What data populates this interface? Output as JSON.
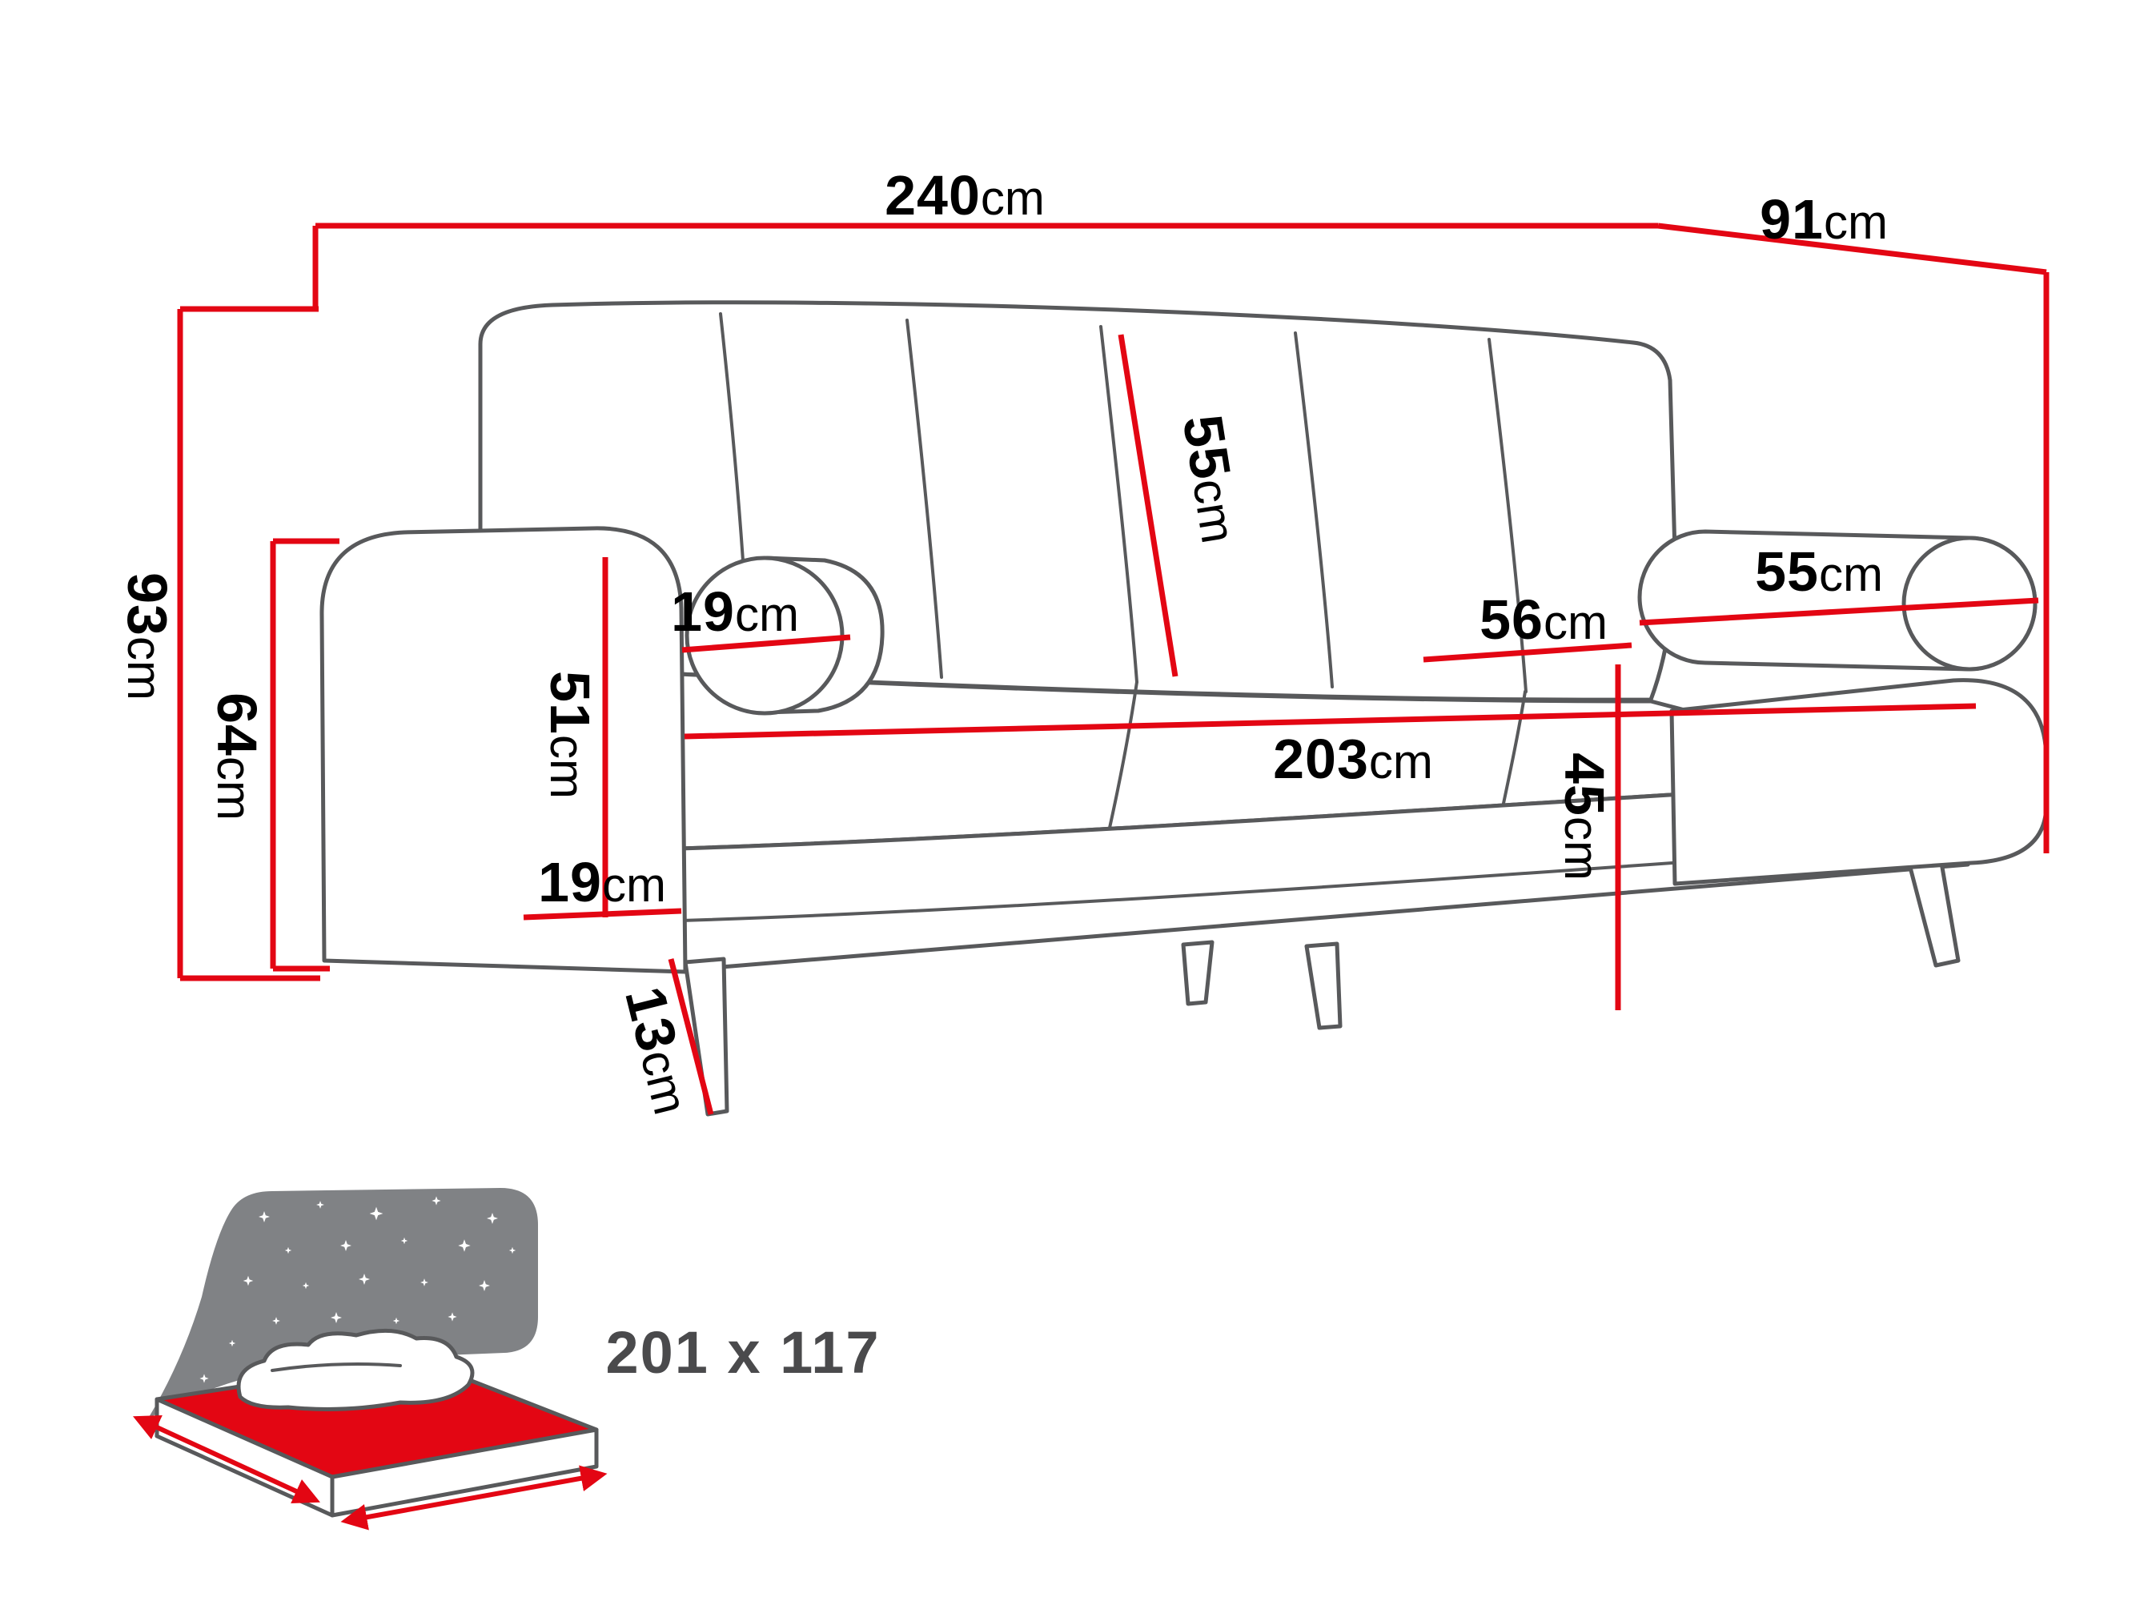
{
  "diagram": {
    "type": "furniture-dimension-diagram",
    "subject": "sofa-bed",
    "colors": {
      "background": "#ffffff",
      "outline_gray": "#58595b",
      "dimension_red": "#e30613",
      "label_black": "#000000",
      "bed_icon_gray": "#808285",
      "bed_label_gray": "#4a4a4c"
    },
    "dimensions": {
      "overall_width": {
        "value": "240",
        "unit": "cm"
      },
      "overall_depth": {
        "value": "91",
        "unit": "cm"
      },
      "overall_height": {
        "value": "93",
        "unit": "cm"
      },
      "armrest_back_height": {
        "value": "64",
        "unit": "cm"
      },
      "bolster_diameter": {
        "value": "19",
        "unit": "cm"
      },
      "backrest_height": {
        "value": "55",
        "unit": "cm"
      },
      "seat_depth": {
        "value": "56",
        "unit": "cm"
      },
      "bolster_length": {
        "value": "55",
        "unit": "cm"
      },
      "seat_width": {
        "value": "203",
        "unit": "cm"
      },
      "armrest_front_height": {
        "value": "51",
        "unit": "cm"
      },
      "armrest_width": {
        "value": "19",
        "unit": "cm"
      },
      "seat_height": {
        "value": "45",
        "unit": "cm"
      },
      "leg_height": {
        "value": "13",
        "unit": "cm"
      }
    },
    "bed_icon": {
      "icon": "sleeping-function-bed-icon",
      "label": "201 x 117"
    }
  }
}
